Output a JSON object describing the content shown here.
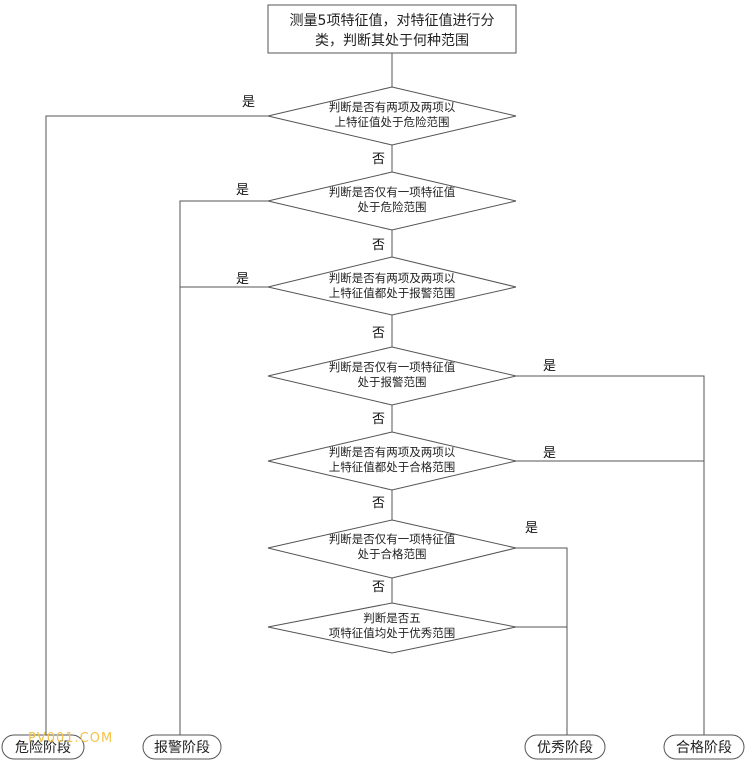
{
  "start": {
    "line1": "测量5项特征值，对特征值进行分",
    "line2": "类，判断其处于何种范围"
  },
  "decisions": [
    {
      "line1": "判断是否有两项及两项以",
      "line2": "上特征值处于危险范围"
    },
    {
      "line1": "判断是否仅有一项特征值",
      "line2": "处于危险范围"
    },
    {
      "line1": "判断是否有两项及两项以",
      "line2": "上特征值都处于报警范围"
    },
    {
      "line1": "判断是否仅有一项特征值",
      "line2": "处于报警范围"
    },
    {
      "line1": "判断是否有两项及两项以",
      "line2": "上特征值都处于合格范围"
    },
    {
      "line1": "判断是否仅有一项特征值",
      "line2": "处于合格范围"
    },
    {
      "line1": "判断是否五",
      "line2": "项特征值均处于优秀范围"
    }
  ],
  "yes_label": "是",
  "no_label": "否",
  "terminals": {
    "danger": "危险阶段",
    "alarm": "报警阶段",
    "excellent": "优秀阶段",
    "qualified": "合格阶段"
  },
  "watermark": "PV001.COM"
}
